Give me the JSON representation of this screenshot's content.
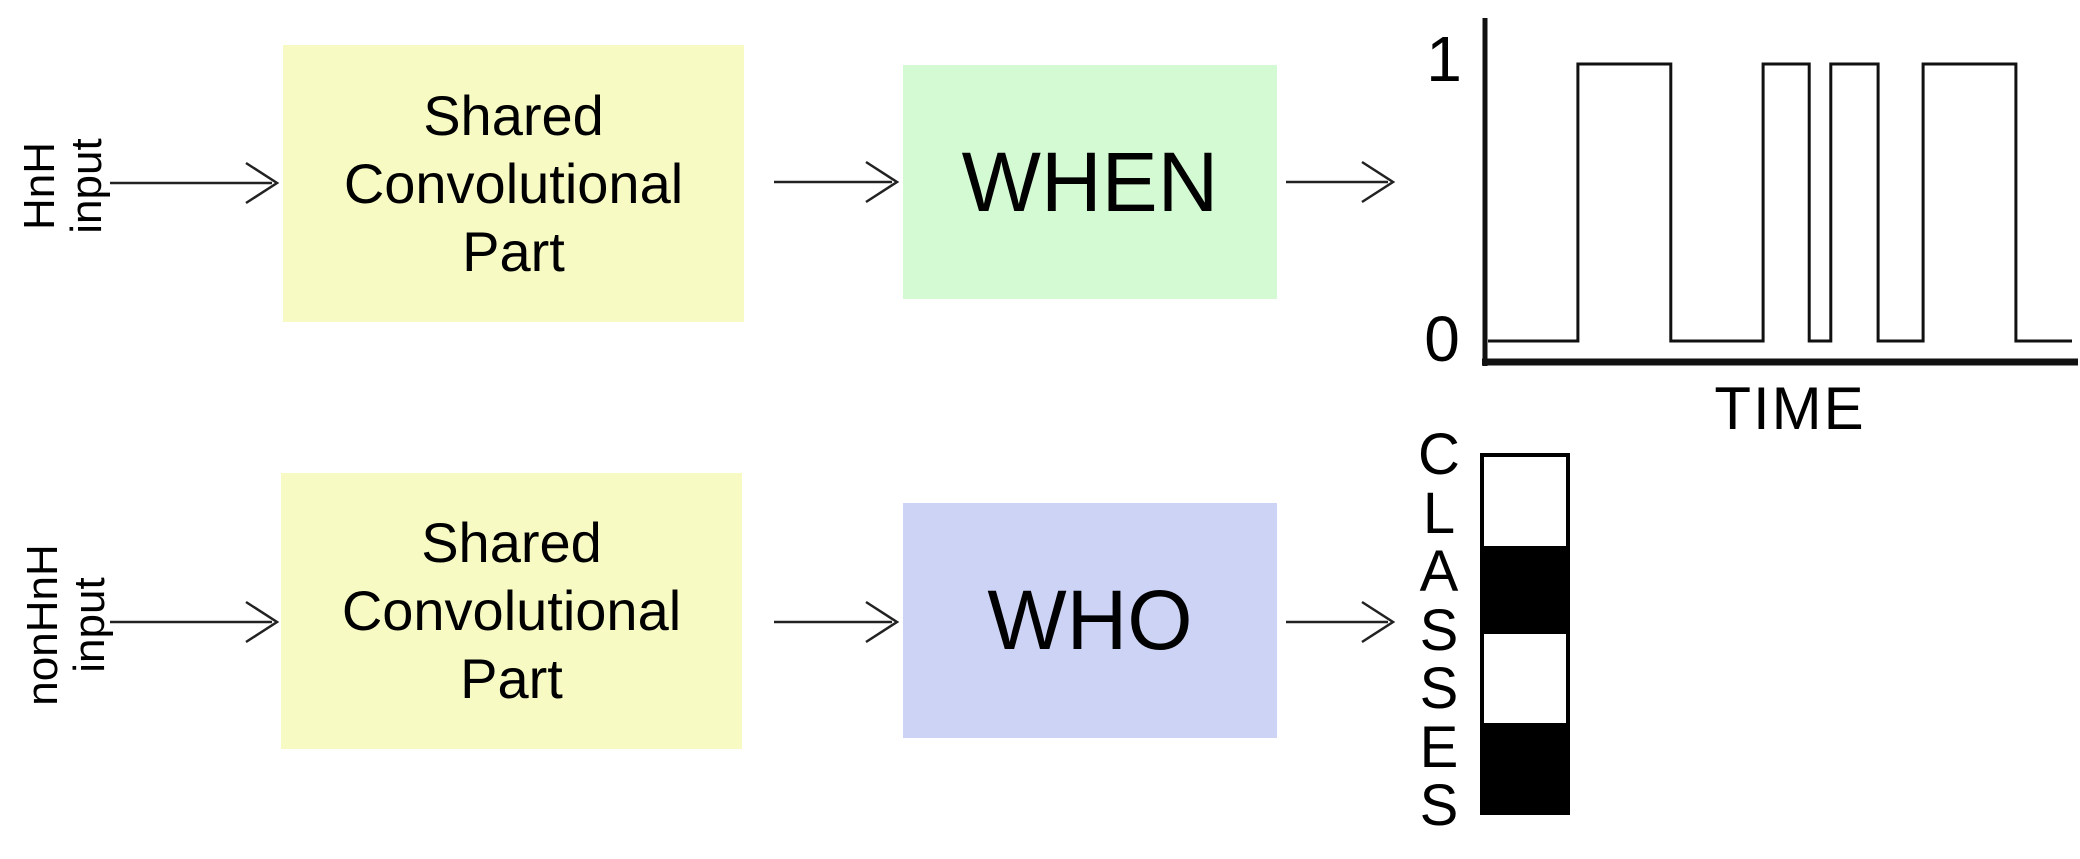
{
  "colors": {
    "conv_box_bg": "#f7fac3",
    "when_box_bg": "#d3fad3",
    "who_box_bg": "#cdd3f5",
    "box_border": "#c9c9c9",
    "line": "#111111",
    "cell_black": "#000000",
    "cell_white": "#ffffff"
  },
  "rows": {
    "top": {
      "input_label": "HnH\ninput",
      "conv_label": "Shared\nConvolutional\nPart",
      "head_label": "WHEN"
    },
    "bottom": {
      "input_label": "nonHnH\ninput",
      "conv_label": "Shared\nConvolutional\nPart",
      "head_label": "WHO"
    }
  },
  "chart_data": {
    "time_plot": {
      "type": "line",
      "title": "",
      "xlabel": "TIME",
      "ylabel": "",
      "ylim": [
        0,
        1
      ],
      "y_tick_labels": [
        "1",
        "0"
      ],
      "y_tick_values": [
        1,
        0
      ],
      "grid": false,
      "waveform_segments": [
        {
          "from": 0.0,
          "to": 0.154,
          "level": 0
        },
        {
          "from": 0.154,
          "to": 0.313,
          "level": 1
        },
        {
          "from": 0.313,
          "to": 0.471,
          "level": 0
        },
        {
          "from": 0.471,
          "to": 0.55,
          "level": 1
        },
        {
          "from": 0.55,
          "to": 0.587,
          "level": 0
        },
        {
          "from": 0.587,
          "to": 0.668,
          "level": 1
        },
        {
          "from": 0.668,
          "to": 0.745,
          "level": 0
        },
        {
          "from": 0.745,
          "to": 0.904,
          "level": 1
        },
        {
          "from": 0.904,
          "to": 1.0,
          "level": 0
        }
      ]
    },
    "class_output": {
      "type": "heatmap",
      "axis_letters": [
        "C",
        "L",
        "A",
        "S",
        "S",
        "E",
        "S"
      ],
      "cells": [
        "white",
        "black",
        "white",
        "black"
      ]
    }
  }
}
